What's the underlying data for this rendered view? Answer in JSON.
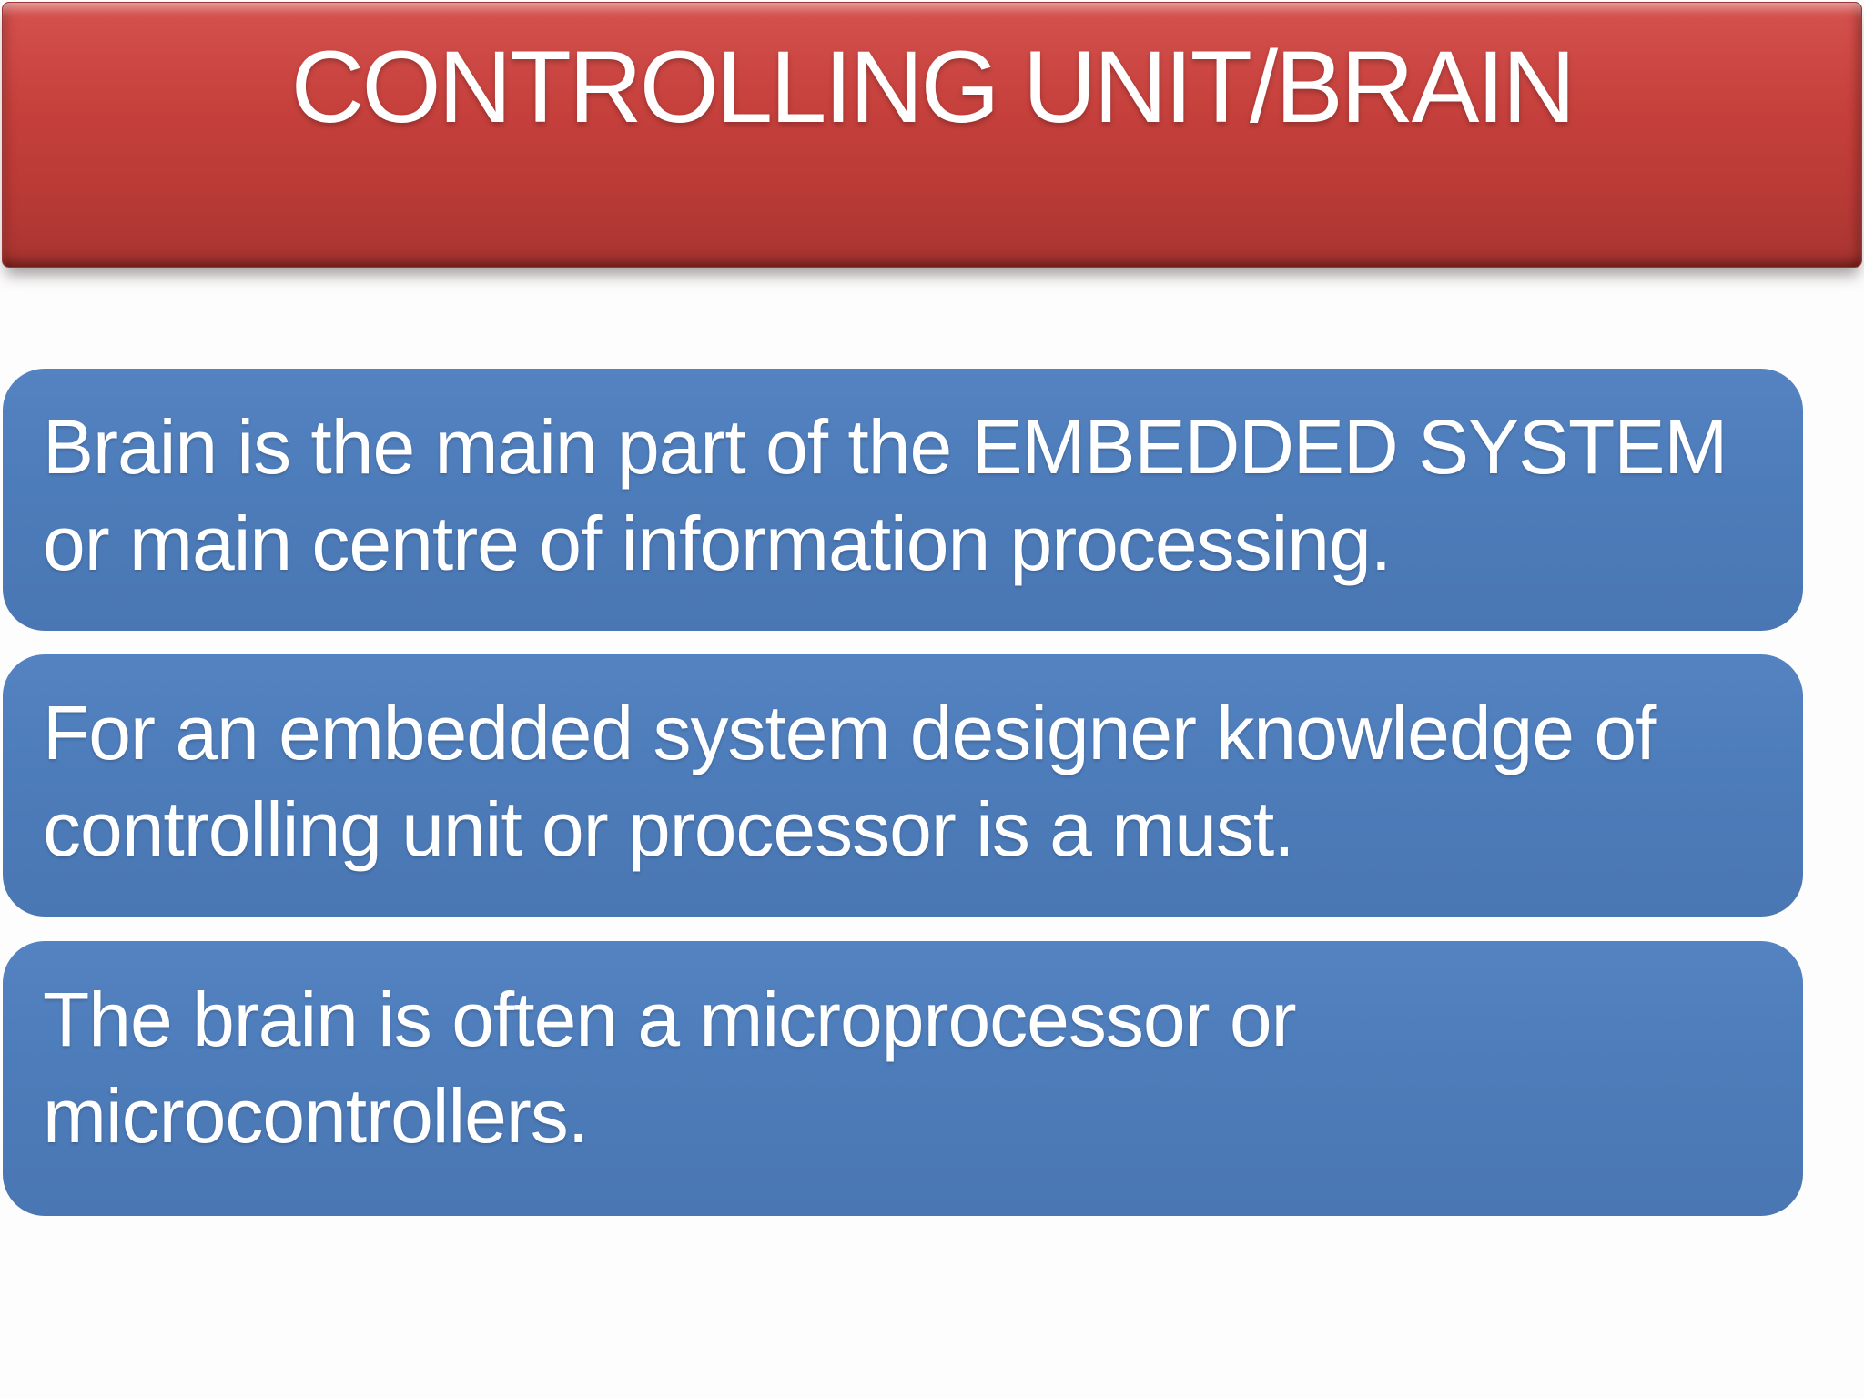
{
  "slide": {
    "title": "CONTROLLING UNIT/BRAIN",
    "cards": [
      {
        "lines": [
          "Brain is the main part of the EMBEDDED SYSTEM",
          "or main centre of information processing."
        ]
      },
      {
        "lines": [
          "For an embedded system designer knowledge of",
          "controlling unit or processor is a must."
        ]
      },
      {
        "lines": [
          "The brain is often a microprocessor or",
          "microcontrollers."
        ]
      }
    ],
    "colors": {
      "banner_red": "#c23b38",
      "banner_red_dark": "#a83531",
      "banner_red_light": "#d5524e",
      "card_blue": "#4d7cba",
      "text_white": "#ffffff",
      "background": "#fdfdfd"
    }
  }
}
